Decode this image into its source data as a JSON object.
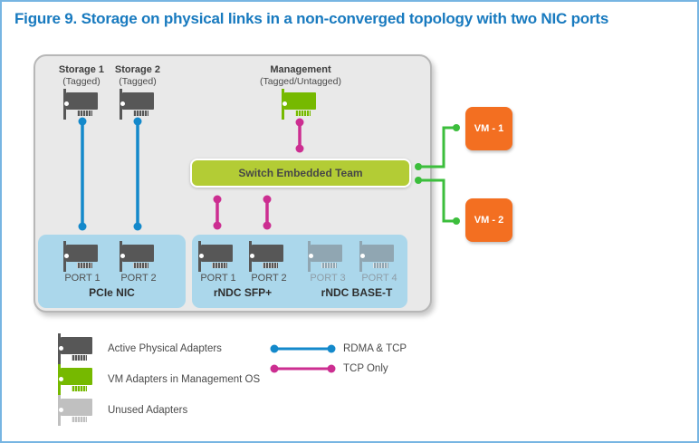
{
  "title": "Figure 9. Storage on physical links in a non-converged topology with two NIC ports",
  "diagram": {
    "adapters_top": {
      "storage1": {
        "name": "Storage 1",
        "tag": "(Tagged)"
      },
      "storage2": {
        "name": "Storage 2",
        "tag": "(Tagged)"
      },
      "management": {
        "name": "Management",
        "tag": "(Tagged/Untagged)"
      }
    },
    "switch_team_label": "Switch Embedded Team",
    "vms": {
      "vm1": "VM - 1",
      "vm2": "VM - 2"
    },
    "pcie_nic": {
      "ports": [
        "PORT 1",
        "PORT 2"
      ],
      "label": "PCIe NIC"
    },
    "rndc": {
      "sfp": {
        "ports": [
          "PORT 1",
          "PORT 2"
        ],
        "label": "rNDC SFP+"
      },
      "baset": {
        "ports": [
          "PORT 3",
          "PORT 4"
        ],
        "label": "rNDC BASE-T"
      }
    }
  },
  "legend": {
    "adapter_items": [
      {
        "icon": "adapter-active-icon",
        "label": "Active Physical Adapters"
      },
      {
        "icon": "adapter-vm-icon",
        "label": "VM Adapters in Management OS"
      },
      {
        "icon": "adapter-unused-icon",
        "label": "Unused Adapters"
      }
    ],
    "line_items": [
      {
        "icon": "rdma-tcp-line-icon",
        "label": "RDMA & TCP",
        "color": "#1489cb"
      },
      {
        "icon": "tcp-only-line-icon",
        "label": "TCP Only",
        "color": "#cc2e91"
      }
    ]
  },
  "colors": {
    "title_blue": "#187abf",
    "figure_border": "#77b5e2",
    "rdma_tcp_blue": "#1489cb",
    "tcp_only_magenta": "#cc2e91",
    "vm_link_green": "#3cbe3c",
    "switch_team_green": "#b3cc35",
    "active_adapter_gray": "#575757",
    "vm_adapter_green": "#76b900",
    "unused_adapter_gray": "#c0c0c0",
    "unused_adapter_in_box": "#90a6b2",
    "nic_box_blue": "#abd7eb",
    "vm_box_orange": "#f36f21"
  }
}
